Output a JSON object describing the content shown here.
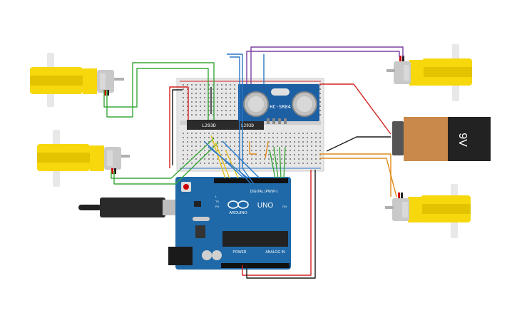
{
  "canvas": {
    "background": "#ffffff"
  },
  "components": {
    "motor_driver_1": {
      "label": "L293D"
    },
    "motor_driver_2": {
      "label": "L293D"
    },
    "ultrasonic": {
      "label": "HC-SR04"
    },
    "battery": {
      "label": "9V"
    },
    "arduino": {
      "brand": "ARDUINO",
      "model": "UNO",
      "digital_header": "DIGITAL (PWM~)",
      "power_header": "POWER",
      "analog_header": "ANALOG IN",
      "tx_label": "TX",
      "rx_label": "RX",
      "l_label": "L",
      "on_label": "ON"
    }
  },
  "colors": {
    "motor_yellow": "#f6d80c",
    "motor_yellow_dark": "#e2c300",
    "breadboard": "#e6e6e6",
    "arduino_blue": "#1f69a8",
    "battery_orange": "#c8894a",
    "battery_black": "#222222",
    "wire_green": "#3aa83a",
    "wire_red": "#d42020",
    "wire_black": "#1a1a1a",
    "wire_purple": "#7b3fa0",
    "wire_blue": "#2a78c8",
    "wire_orange": "#e08a1a",
    "wire_yellow": "#e6c21a",
    "sensor_blue": "#1d5fa3"
  }
}
